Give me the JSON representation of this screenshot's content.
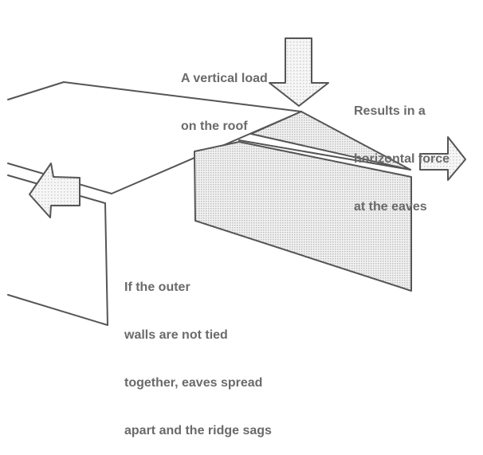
{
  "labels": {
    "vertical_load": [
      "A vertical load",
      "on the roof"
    ],
    "horizontal_force": [
      "Results in a",
      "horizontal force",
      "at the eaves"
    ],
    "walls_not_tied": [
      "If the outer",
      "walls are not tied",
      "together, eaves spread",
      "apart and the ridge sags"
    ]
  },
  "colors": {
    "line": "#555555",
    "text": "#6a6a6a",
    "shading": "#d9d9d9"
  }
}
